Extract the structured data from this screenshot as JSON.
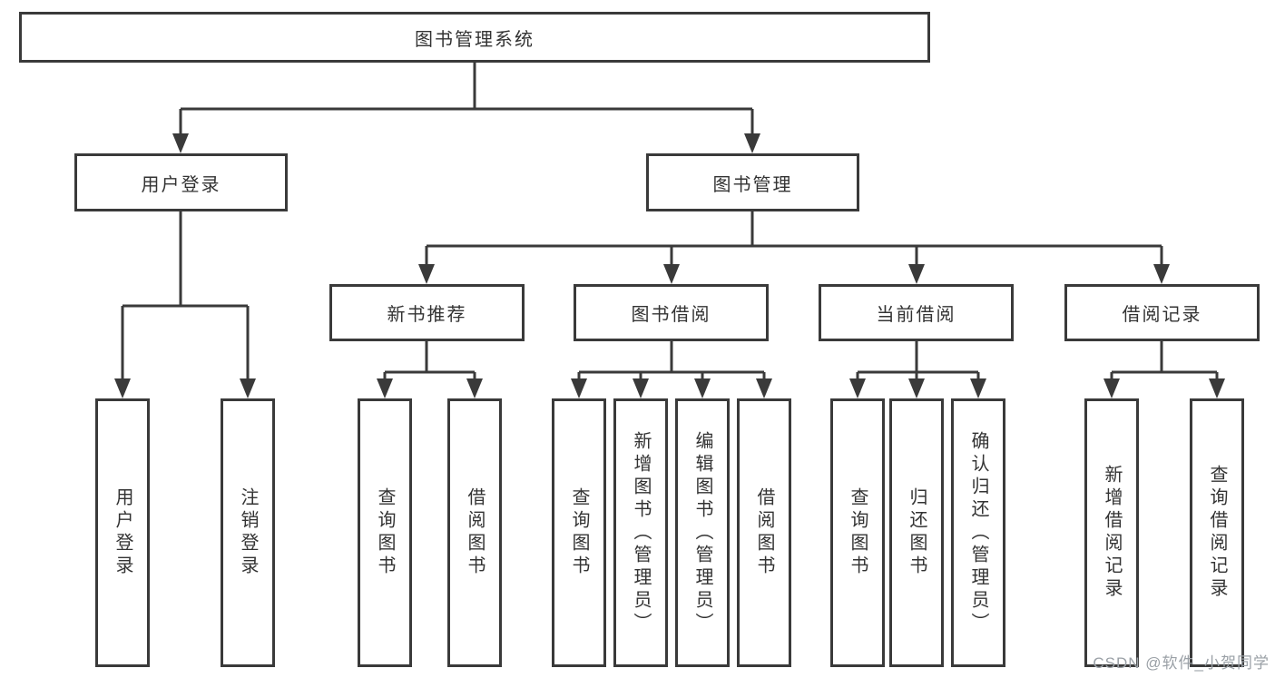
{
  "tree": {
    "label": "图书管理系统",
    "children": [
      {
        "label": "用户登录",
        "children": [
          {
            "label": "用户登录"
          },
          {
            "label": "注销登录"
          }
        ]
      },
      {
        "label": "图书管理",
        "children": [
          {
            "label": "新书推荐",
            "children": [
              {
                "label": "查询图书"
              },
              {
                "label": "借阅图书"
              }
            ]
          },
          {
            "label": "图书借阅",
            "children": [
              {
                "label": "查询图书"
              },
              {
                "label": "新增图书（管理员）"
              },
              {
                "label": "编辑图书（管理员）"
              },
              {
                "label": "借阅图书"
              }
            ]
          },
          {
            "label": "当前借阅",
            "children": [
              {
                "label": "查询图书"
              },
              {
                "label": "归还图书"
              },
              {
                "label": "确认归还（管理员）"
              }
            ]
          },
          {
            "label": "借阅记录",
            "children": [
              {
                "label": "新增借阅记录"
              },
              {
                "label": "查询借阅记录"
              }
            ]
          }
        ]
      }
    ]
  },
  "watermark": {
    "text": "CSDN @软件_小贺同学"
  },
  "colors": {
    "line": "#3a3a3a",
    "text": "#333333",
    "watermark": "#9aa0a6",
    "background": "#ffffff"
  }
}
